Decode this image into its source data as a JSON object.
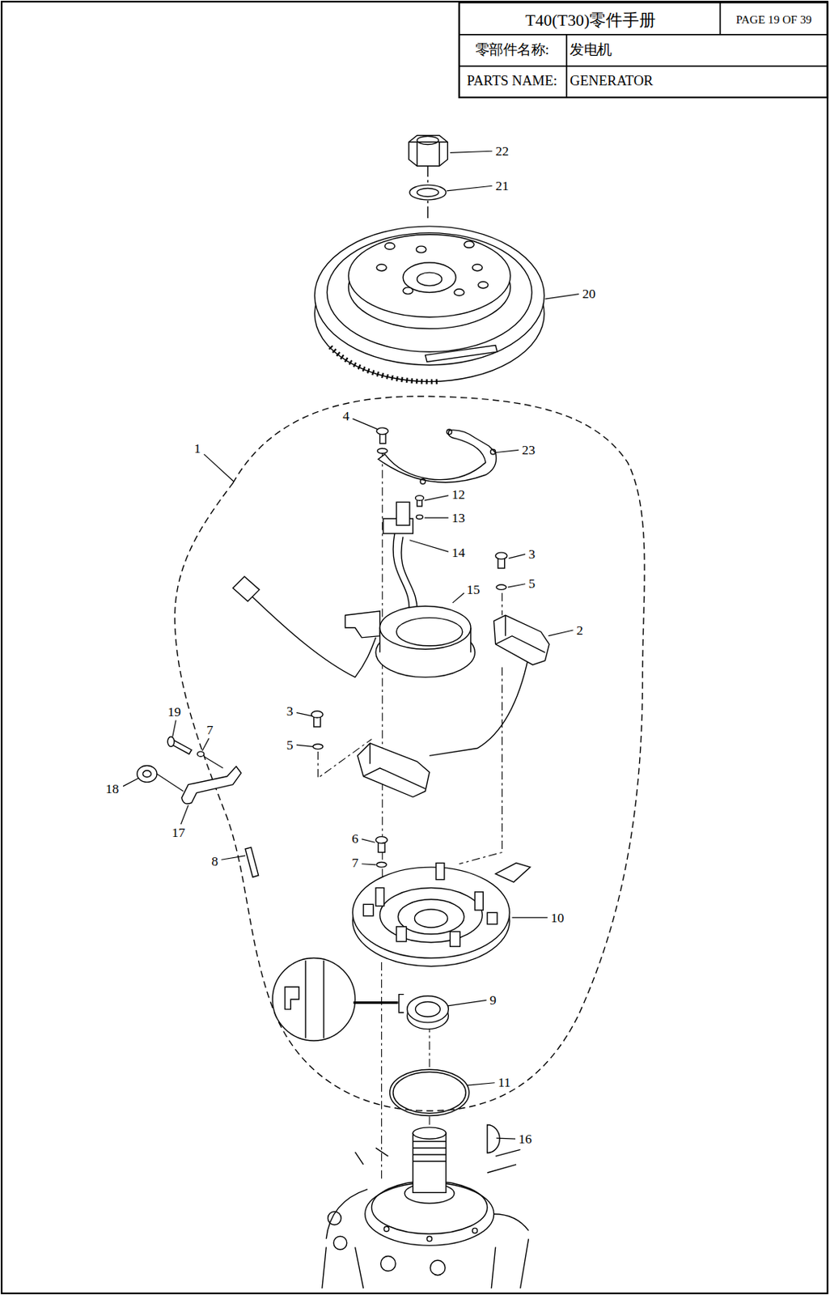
{
  "diagram": {
    "title": "T40(T30)零件手册",
    "labels": [
      "PAGE 19 OF 39",
      "零部件名称:",
      "发电机",
      "PARTS NAME:",
      "GENERATOR",
      "22",
      "21",
      "20",
      "4",
      "1",
      "23",
      "12",
      "13",
      "14",
      "3",
      "5",
      "15",
      "2",
      "19",
      "3",
      "7",
      "5",
      "18",
      "17",
      "8",
      "6",
      "7",
      "10",
      "9",
      "11",
      "16"
    ]
  }
}
